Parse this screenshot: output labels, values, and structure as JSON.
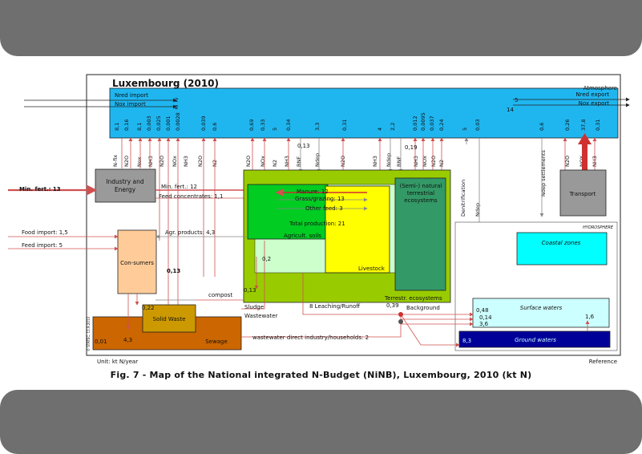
{
  "title": "Luxembourg (2010)",
  "atmosphere": "Atmosphere",
  "hydrosphere": "HYDROSPHERE",
  "caption": "Fig. 7 - Map of the National integrated N-Budget (NiNB), Luxembourg, 2010 (kt N)",
  "unit": "Unit: kt N/year",
  "reference": "Reference",
  "credit": "© STATEC, 11.9.2013",
  "imports": {
    "nred_import": "Nred import",
    "nred_import_value": "2",
    "nox_import": "Nox import",
    "nox_import_value": "2",
    "nred_export": "Nred export",
    "nred_export_value": "5",
    "nox_export": "Nox export",
    "nox_export_value": "14"
  },
  "atm_values": [
    "8,1",
    "0,16",
    "8,1",
    "0,003",
    "0,025",
    "0,001",
    "0,0028",
    "0,039",
    "0,6",
    "0,69",
    "0,33",
    "5",
    "0,34",
    "3,3",
    "0,31",
    "4",
    "2,2",
    "0,012",
    "0,0095",
    "0,037",
    "0,24",
    "5",
    "0,03",
    "0,6",
    "0,26",
    "37,8",
    "0,31"
  ],
  "flux_labels": [
    "N-fix",
    "N2O",
    "Nox",
    "NH3",
    "N2O",
    "NOx",
    "NH3",
    "N2O",
    "N2",
    "N2O",
    "NOx",
    "N2",
    "NH3",
    "BNF",
    "Ndep",
    "N2O",
    "NH3",
    "Ndep",
    "BNF",
    "NH3",
    "NOx",
    "N2O",
    "N2",
    "Denitrification",
    "Ndep",
    "Ndep settlements",
    "N2O",
    "NOX",
    "NH3"
  ],
  "boxes": {
    "industry": "Industry and Energy",
    "consumers": "Con-sumers",
    "solid_waste": "Solid Waste",
    "sewage": "Sewage",
    "agricult_soils": "Agricult. soils",
    "livestock": "Livestock",
    "terrestr": "Terrestr. ecosystems",
    "natural": "(Semi-) natural terrestrial ecosystems",
    "transport": "Transport",
    "coastal": "Coastal zones",
    "surface": "Surface waters",
    "ground": "Ground waters"
  },
  "flows": {
    "min_fert_in": "Min. fert.: 13",
    "min_fert": "Min. fert.: 12",
    "feed_conc": "Feed concentrates: 1,1",
    "food_import": "Food import: 1,5",
    "feed_import": "Feed import: 5",
    "agr_products": "Agr. products: 4,3",
    "manure": "Manure: 12",
    "grass": "Grass/grazing: 13",
    "other_feed": "Other feed: 3",
    "total_prod": "Total production: 21",
    "leaching": "8  Leaching/Runoff",
    "background": "Background",
    "compost": "compost",
    "sludge": "Sludge",
    "wastewater": "Wastewater",
    "ww_direct": "wastewater direct industry/households: 2",
    "v_013": "0,13",
    "v_019": "0,19",
    "v_02": "0,2",
    "v_013b": "0,13",
    "v_039": "0,39",
    "v_022": "0,22",
    "v_43": "4,3",
    "v_001": "0,01",
    "v_048": "0,48",
    "v_014": "0,14",
    "v_36": "3,6",
    "v_16": "1,6",
    "v_83": "8,3"
  }
}
